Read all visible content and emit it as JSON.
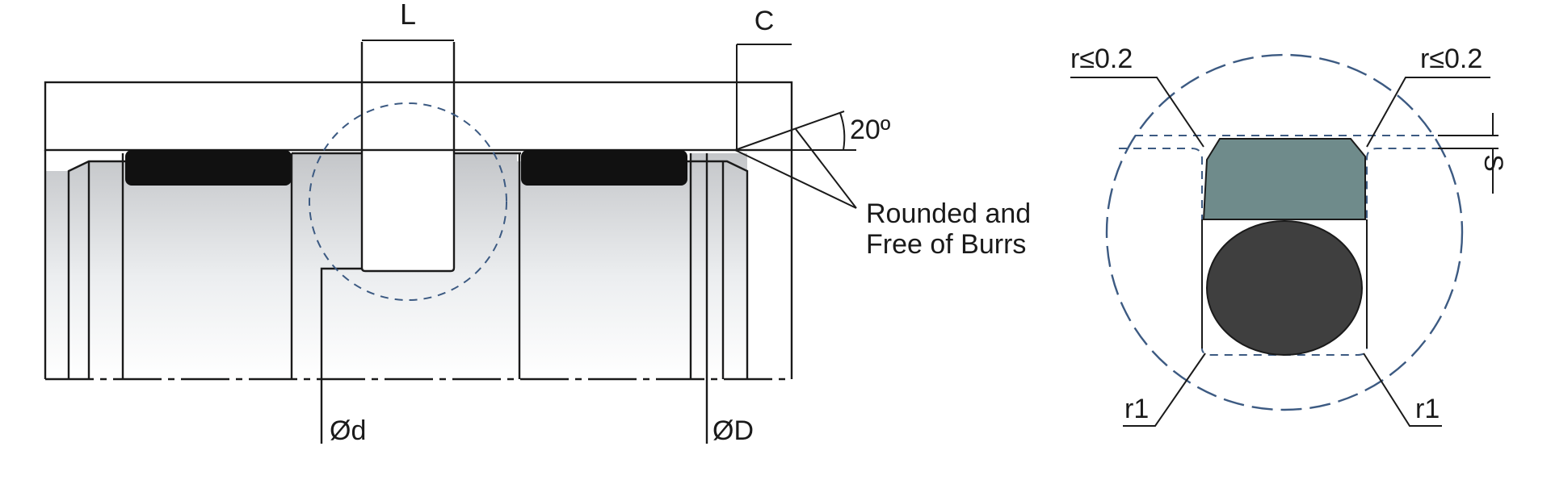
{
  "labels": {
    "length": "L",
    "chamfer_length": "C",
    "angle": "20º",
    "edge_note_line1": "Rounded and",
    "edge_note_line2": "Free of Burrs",
    "inner_diameter": "Ød",
    "outer_diameter": "ØD",
    "radius_top_left": "r≤0.2",
    "radius_top_right": "r≤0.2",
    "radius_bottom_left": "r1",
    "radius_bottom_right": "r1",
    "gap": "S"
  },
  "colors": {
    "housing": "#c3c3c3",
    "seal_black": "#111111",
    "seal_ring": "#6f8b8b",
    "o_ring": "#3f3f3f",
    "detail_circle": "#3c5a82",
    "line": "#1a1a1a"
  }
}
